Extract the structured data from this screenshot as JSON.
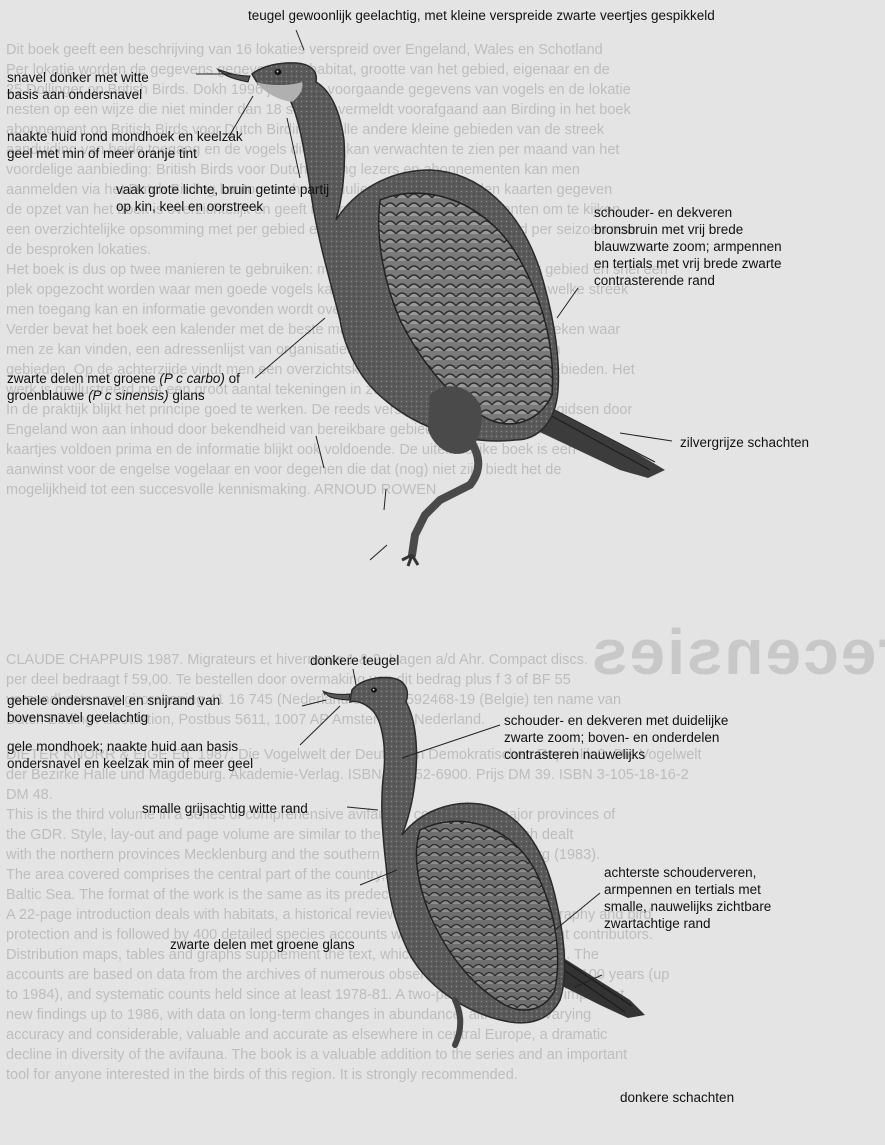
{
  "background_text": {
    "heading": "recensies",
    "lines": [
      "Dit boek geeft een beschrijving van 16 lokaties verspreid over Engeland, Wales en Schotland",
      "Per lokatie worden de gegevens gegeven over habitat, grootte van het gebied, eigenaar en de",
      "25 Dollinger op British Birds. Dokh 1996 jaargang voorgaande gegevens van vogels en de lokatie",
      "nesten op een wijze die niet minder dan 18 soorten vermeldt voorafgaand aan Birding in het boek",
      "abonnement op British Birds voor Dutch Birding en alle andere kleine gebieden van de streek",
      "aanduiding van beide toegang en de vogels die men kan verwachten te zien per maand van het",
      "voordelige aanbieding: British Birds voor Dutch Birding lezers en abonnementen kan men",
      "aanmelden via het Dutch Birding kantoor en het formulier. Per lokatie worden kaarten gegeven",
      "de opzet van het boek is overzichtelijk en geeft informatie over de beste momenten om te kijken",
      "een overzichtelijke opsomming met per gebied een kaartje over het vogelbestand per seizoen naar",
      "de besproken lokaties.",
      "Het boek is dus op twee manieren te gebruiken: men kan van tevoren bepalen welk gebied en snel een",
      "plek opgezocht worden waar men goede vogels kan verwachten als men weet waar welke streek",
      "men toegang kan en informatie gevonden wordt over de beste plekken.",
      "Verder bevat het boek een kalender met de beste maanden voor de soorten en de streken waar",
      "men ze kan vinden, een adressenlijst van organisaties en een index van de besproken",
      "gebieden. Op de achterzijde vindt men een overzichtskaart van de ligging van deze gebieden. Het",
      "werk is geillustreerd met een groot aantal tekeningen in zwart-wit en kleur.",
      "In de praktijk blijkt het principe goed te werken. De reeds verschenen Engelse lokatie-gidsen door",
      "Engeland won aan inhoud door bekendheid van bereikbare gebieden en de kwaliteit. De",
      "kaartjes voldoen prima en de informatie blijkt ook voldoende. De uiteindelijke boek is een",
      "aanwinst voor de engelse vogelaar en voor degenen die dat (nog) niet zijn biedt het de",
      "mogelijkheid tot een succesvolle kennismaking. ARNOUD ROWEN",
      "CLAUDE CHAPPUIS 1987. Migrateurs et hivernants 1 & 2. Hagen a/d Ahr. Compact discs.",
      "per deel bedraagt f 59,00. Te bestellen door overmaking van dit bedrag plus f 3 of BF 55",
      "verzendkosten op girorekening 41 16 745 (Nederland of 000-1592468-19 (Belgie) ten name van",
      "Dutch Birding Association, Postbus 5611, 1007 AP Amsterdam, Nederland.",
      "DIETER KNORR & EIGE Ed. 1987. Die Vogelwelt der Deutschen Demokratischen Republik 3. Die Vogelwelt",
      "der Bezirke Halle und Magdeburg. Akademie-Verlag. ISBN 3-8252-6900. Prijs DM 39. ISBN 3-105-18-16-2",
      "DM 48.",
      "This is the third volume in a series of comprehensive avifaunas covering the major provinces of",
      "the GDR. Style, lay-out and page volume are similar to the first two volumes, which dealt",
      "with the northern provinces Mecklenburg and the southern provinces of Brandenburg (1983).",
      "The area covered comprises the central part of the country, c 300 km inland from the",
      "Baltic Sea. The format of the work is the same as its predecessors.",
      "A 22-page introduction deals with habitats, a historical review of bird records, bio-geography and bird",
      "protection and is followed by 400 detailed species accounts written by some 40 different contributors.",
      "Distribution maps, tables and graphs supplement the text, which is very fully referenced. The",
      "accounts are based on data from the archives of numerous observers, covering well over 100 years (up",
      "to 1984), and systematic counts held since at least 1978-81. A two-page appendix lists important",
      "new findings up to 1986, with data on long-term changes in abundance, although of varying",
      "accuracy and considerable, valuable and accurate as elsewhere in central Europe, a dramatic",
      "decline in diversity of the avifauna. The book is a valuable addition to the series and an important",
      "tool for anyone interested in the birds of this region. It is strongly recommended."
    ]
  },
  "figure_top": {
    "labels": [
      {
        "id": "t1",
        "lines": [
          "teugel gewoonlijk geelachtig, met kleine verspreide zwarte veertjes gespikkeld"
        ]
      },
      {
        "id": "t2",
        "lines": [
          "snavel donker met witte",
          "basis aan ondersnavel"
        ]
      },
      {
        "id": "t3",
        "lines": [
          "naakte huid rond mondhoek en keelzak",
          "geel met min of meer oranje tint"
        ]
      },
      {
        "id": "t4",
        "lines": [
          "vaak grote lichte, bruin getinte partij",
          "op kin, keel en oorstreek"
        ]
      },
      {
        "id": "t5",
        "lines": [
          "schouder- en dekveren",
          "bronsbruin met vrij brede",
          "blauwzwarte zoom; armpennen",
          "en tertials met vrij brede zwarte",
          "contrasterende rand"
        ]
      },
      {
        "id": "t6",
        "parts": [
          "zwarte delen met groene ",
          "(P c carbo)",
          " of",
          "groenblauwe ",
          "(P c sinensis)",
          " glans"
        ]
      },
      {
        "id": "t7",
        "lines": [
          "zilvergrijze schachten"
        ]
      }
    ]
  },
  "figure_bottom": {
    "labels": [
      {
        "id": "b1",
        "lines": [
          "donkere teugel"
        ]
      },
      {
        "id": "b2",
        "lines": [
          "gehele ondersnavel en snijrand van",
          "bovensnavel geelachtig"
        ]
      },
      {
        "id": "b3",
        "lines": [
          "schouder- en dekveren met duidelijke",
          "zwarte zoom; boven- en onderdelen",
          "contrasteren nauwelijks"
        ]
      },
      {
        "id": "b4",
        "lines": [
          "gele mondhoek; naakte huid aan basis",
          "ondersnavel en keelzak min of meer geel"
        ]
      },
      {
        "id": "b5",
        "lines": [
          "smalle grijsachtig witte rand"
        ]
      },
      {
        "id": "b6",
        "lines": [
          "achterste schouderveren,",
          "armpennen en tertials met",
          "smalle, nauwelijks zichtbare",
          "zwartachtige rand"
        ]
      },
      {
        "id": "b7",
        "lines": [
          "zwarte delen met groene glans"
        ]
      },
      {
        "id": "b8",
        "lines": [
          "donkere schachten"
        ]
      }
    ]
  },
  "colors": {
    "paper": "#e4e4e4",
    "ink": "#111111",
    "bird_dark": "#3a3a3a",
    "bird_mid": "#6a6a6a",
    "bird_light": "#a8a8a8"
  }
}
